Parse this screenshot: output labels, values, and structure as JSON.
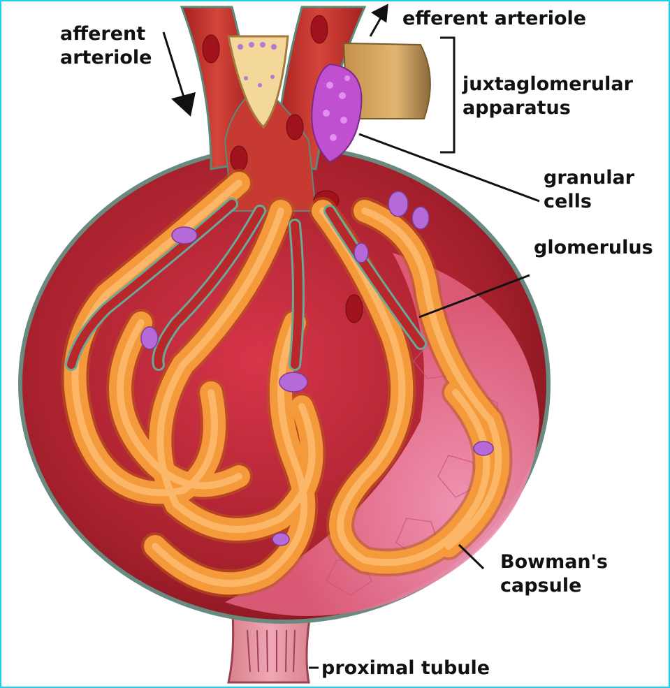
{
  "labels": {
    "afferent_arteriole": [
      "afferent",
      "arteriole"
    ],
    "efferent_arteriole": "efferent arteriole",
    "juxtaglomerular_apparatus": [
      "juxtaglomerular",
      "apparatus"
    ],
    "granular_cells": [
      "granular",
      "cells"
    ],
    "glomerulus": "glomerulus",
    "bowmans_capsule": [
      "Bowman's",
      "capsule"
    ],
    "proximal_tubule": "proximal tubule"
  },
  "colors": {
    "frame_border": "#1ad0f0",
    "capsule_outer": "#b0242e",
    "capsule_inner": "#e85a8a",
    "capillary": "#f59a3a",
    "arteriole": "#c8312a",
    "granular_cells": "#c050d0",
    "macula_densa": "#d9a65a",
    "label_text": "#111111"
  }
}
